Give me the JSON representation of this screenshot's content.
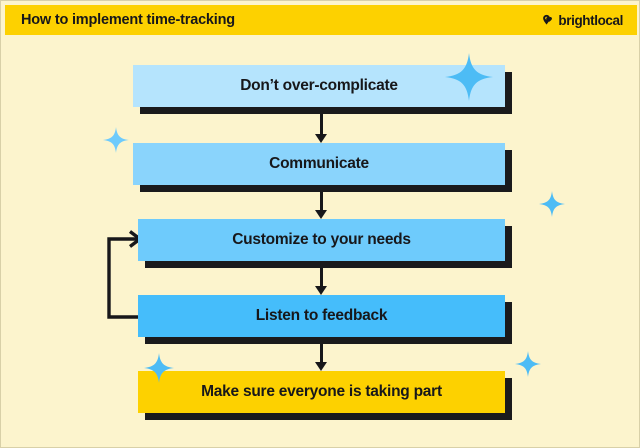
{
  "header": {
    "title": "How to implement time-tracking",
    "brand_name": "brightlocal",
    "brand_icon": "location-pin-heart-icon",
    "background_color": "#fdd100",
    "text_color": "#17171a"
  },
  "page": {
    "background_color": "#fcf4cd",
    "shadow_color": "#1a1a1c",
    "accent_blue": "#45bdfb",
    "accent_yellow": "#fdd100"
  },
  "flowchart": {
    "type": "vertical-process-flow",
    "steps": [
      {
        "order": 1,
        "label": "Don’t over-complicate",
        "fill": "#b5e4fd"
      },
      {
        "order": 2,
        "label": "Communicate",
        "fill": "#8ad4fc"
      },
      {
        "order": 3,
        "label": "Customize to your needs",
        "fill": "#6ecbfc"
      },
      {
        "order": 4,
        "label": "Listen to feedback",
        "fill": "#45bdfb"
      },
      {
        "order": 5,
        "label": "Make sure everyone is taking part",
        "fill": "#fdd100"
      }
    ],
    "connectors": [
      {
        "from": 1,
        "to": 2,
        "shape": "down-arrow"
      },
      {
        "from": 2,
        "to": 3,
        "shape": "down-arrow"
      },
      {
        "from": 3,
        "to": 4,
        "shape": "down-arrow"
      },
      {
        "from": 4,
        "to": 5,
        "shape": "down-arrow"
      }
    ],
    "feedback_loop": {
      "from": 4,
      "to": 3,
      "shape": "left-up-right-arrow",
      "color": "#17171a"
    }
  },
  "decorations": {
    "sparkles": [
      {
        "name": "sparkle-top-right",
        "size": "large",
        "color": "#4dbcf5"
      },
      {
        "name": "sparkle-mid-left",
        "size": "small",
        "color": "#6ecbfc"
      },
      {
        "name": "sparkle-mid-right",
        "size": "small",
        "color": "#4dbcf5"
      },
      {
        "name": "sparkle-bottom-left",
        "size": "medium",
        "color": "#4dbcf5"
      },
      {
        "name": "sparkle-bottom-right",
        "size": "small",
        "color": "#4dbcf5"
      }
    ]
  }
}
